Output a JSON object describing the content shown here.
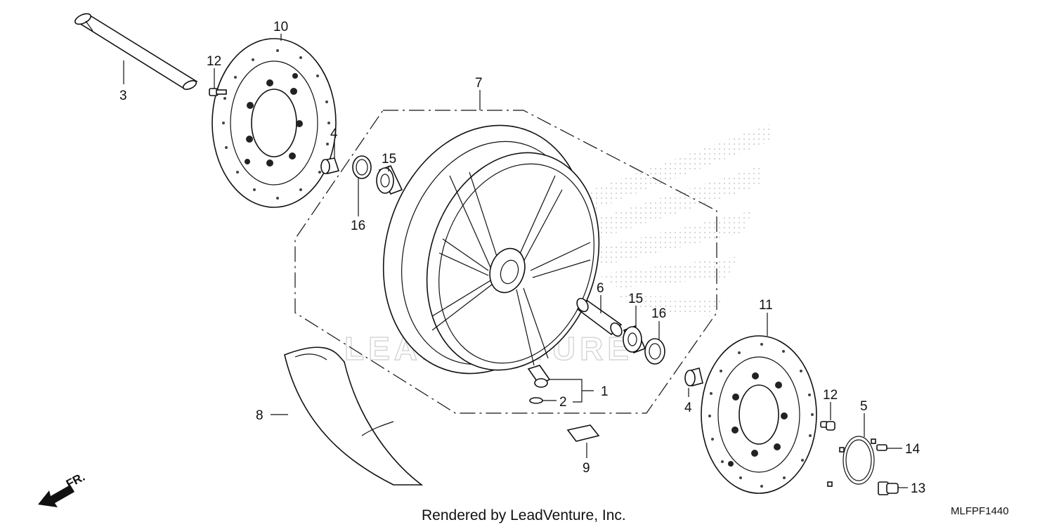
{
  "diagram": {
    "callouts": [
      {
        "id": "c1",
        "label": "1"
      },
      {
        "id": "c2",
        "label": "2"
      },
      {
        "id": "c3",
        "label": "3"
      },
      {
        "id": "c4a",
        "label": "4"
      },
      {
        "id": "c4b",
        "label": "4"
      },
      {
        "id": "c5",
        "label": "5"
      },
      {
        "id": "c6",
        "label": "6"
      },
      {
        "id": "c7",
        "label": "7"
      },
      {
        "id": "c8",
        "label": "8"
      },
      {
        "id": "c9",
        "label": "9"
      },
      {
        "id": "c10",
        "label": "10"
      },
      {
        "id": "c11",
        "label": "11"
      },
      {
        "id": "c12a",
        "label": "12"
      },
      {
        "id": "c12b",
        "label": "12"
      },
      {
        "id": "c13",
        "label": "13"
      },
      {
        "id": "c14",
        "label": "14"
      },
      {
        "id": "c15a",
        "label": "15"
      },
      {
        "id": "c15b",
        "label": "15"
      },
      {
        "id": "c16a",
        "label": "16"
      },
      {
        "id": "c16b",
        "label": "16"
      }
    ],
    "front_indicator": "FR.",
    "footer_text": "Rendered by LeadVenture, Inc.",
    "diagram_code": "MLFPF1440",
    "watermark": "LEADVENTURE"
  }
}
